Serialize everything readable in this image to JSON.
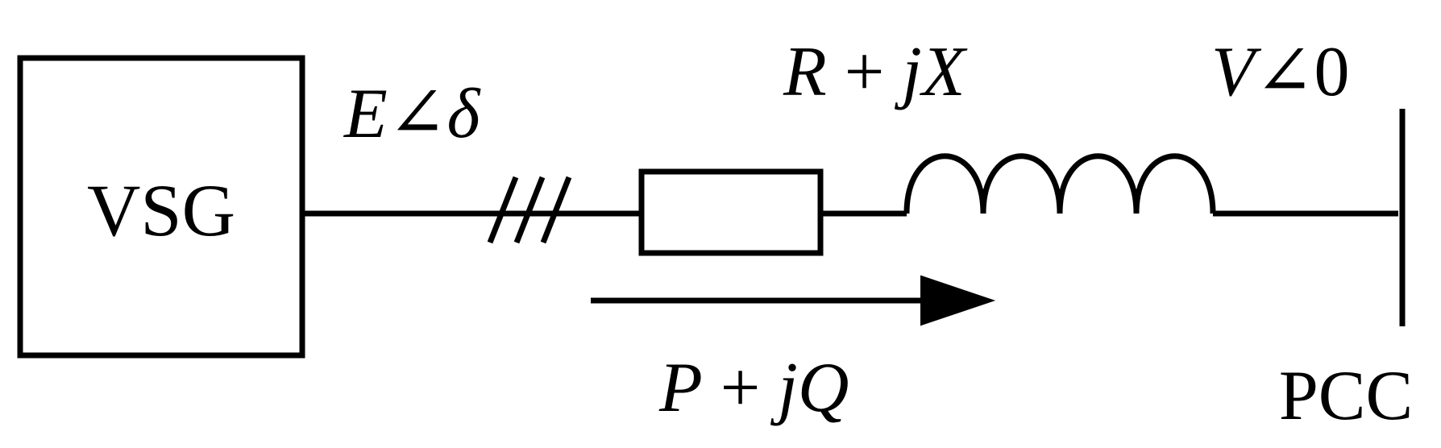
{
  "source_block": {
    "label": "VSG"
  },
  "source_voltage": {
    "magnitude": "E",
    "angle_symbol": "∠",
    "angle": "δ"
  },
  "line_impedance": {
    "resistance": "R",
    "operator": "+",
    "imag_unit": "j",
    "reactance": "X"
  },
  "bus_voltage": {
    "magnitude": "V",
    "angle_symbol": "∠",
    "angle": "0"
  },
  "power_flow": {
    "active": "P",
    "operator": "+",
    "imag_unit": "j",
    "reactive": "Q"
  },
  "bus": {
    "label": "PCC"
  }
}
